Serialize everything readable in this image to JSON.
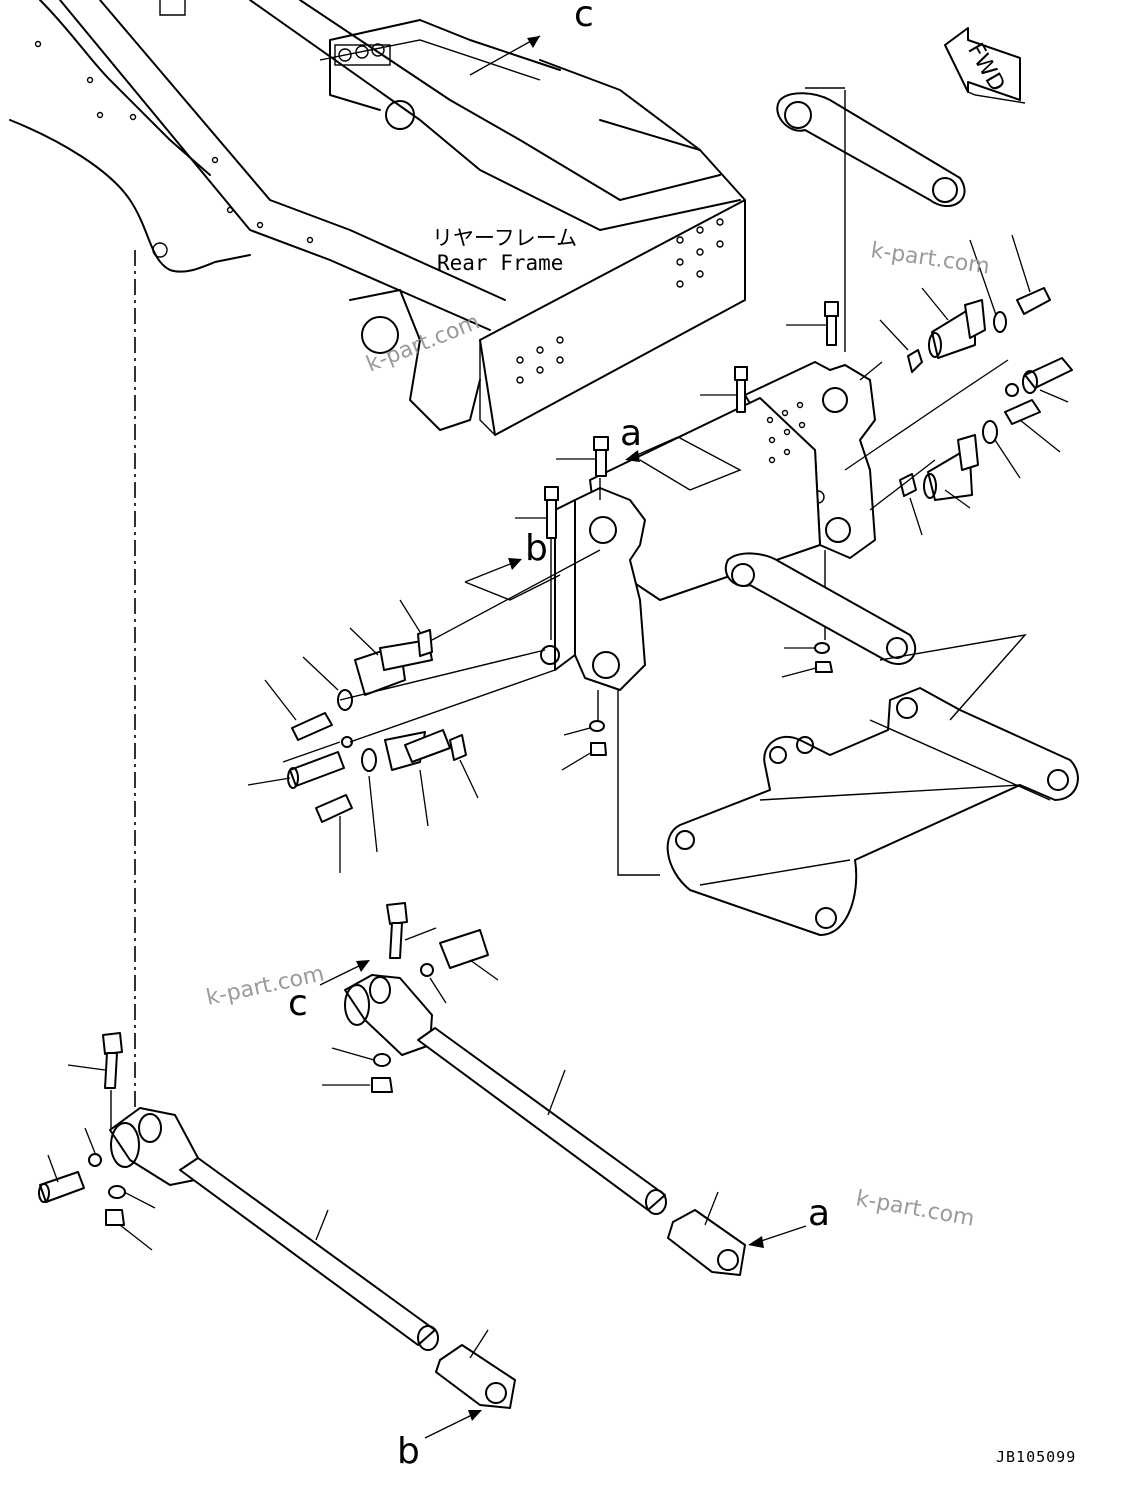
{
  "diagram": {
    "frame_label_jp": "リヤーフレーム",
    "frame_label_en": "Rear Frame",
    "direction_label": "FWD",
    "drawing_code": "JB105099",
    "callouts": [
      "a",
      "b",
      "c"
    ],
    "watermark": "k-part.com"
  },
  "colors": {
    "line": "#000000",
    "background": "#ffffff",
    "watermark": "#9a9a9a"
  }
}
